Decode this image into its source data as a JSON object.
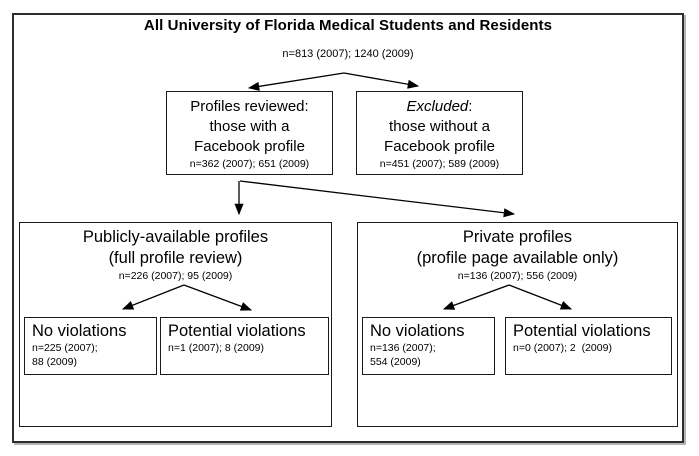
{
  "root": {
    "title": "All University of Florida Medical Students and Residents",
    "count": "n=813 (2007); 1240 (2009)"
  },
  "nodes": {
    "reviewed": {
      "line1": "Profiles reviewed:",
      "line2": "those with a",
      "line3": "Facebook profile",
      "count": "n=362 (2007); 651 (2009)"
    },
    "excluded": {
      "title_italic": "Excluded",
      "title_suffix": ":",
      "line2": "those without a",
      "line3": "Facebook profile",
      "count": "n=451 (2007); 589 (2009)"
    },
    "public": {
      "line1": "Publicly-available profiles",
      "line2": "(full profile review)",
      "count": "n=226 (2007); 95 (2009)"
    },
    "private": {
      "line1": "Private profiles",
      "line2": "(profile page available only)",
      "count": "n=136 (2007); 556 (2009)"
    },
    "public_no_violations": {
      "title": "No violations",
      "count_line1": "n=225 (2007);",
      "count_line2": "88 (2009)"
    },
    "public_potential_violations": {
      "title": "Potential violations",
      "count_line1": "n=1 (2007); 8 (2009)"
    },
    "private_no_violations": {
      "title": "No violations",
      "count_line1": "n=136 (2007);",
      "count_line2": "554 (2009)"
    },
    "private_potential_violations": {
      "title": "Potential violations",
      "count_line1": "n=0 (2007); 2  (2009)"
    }
  }
}
